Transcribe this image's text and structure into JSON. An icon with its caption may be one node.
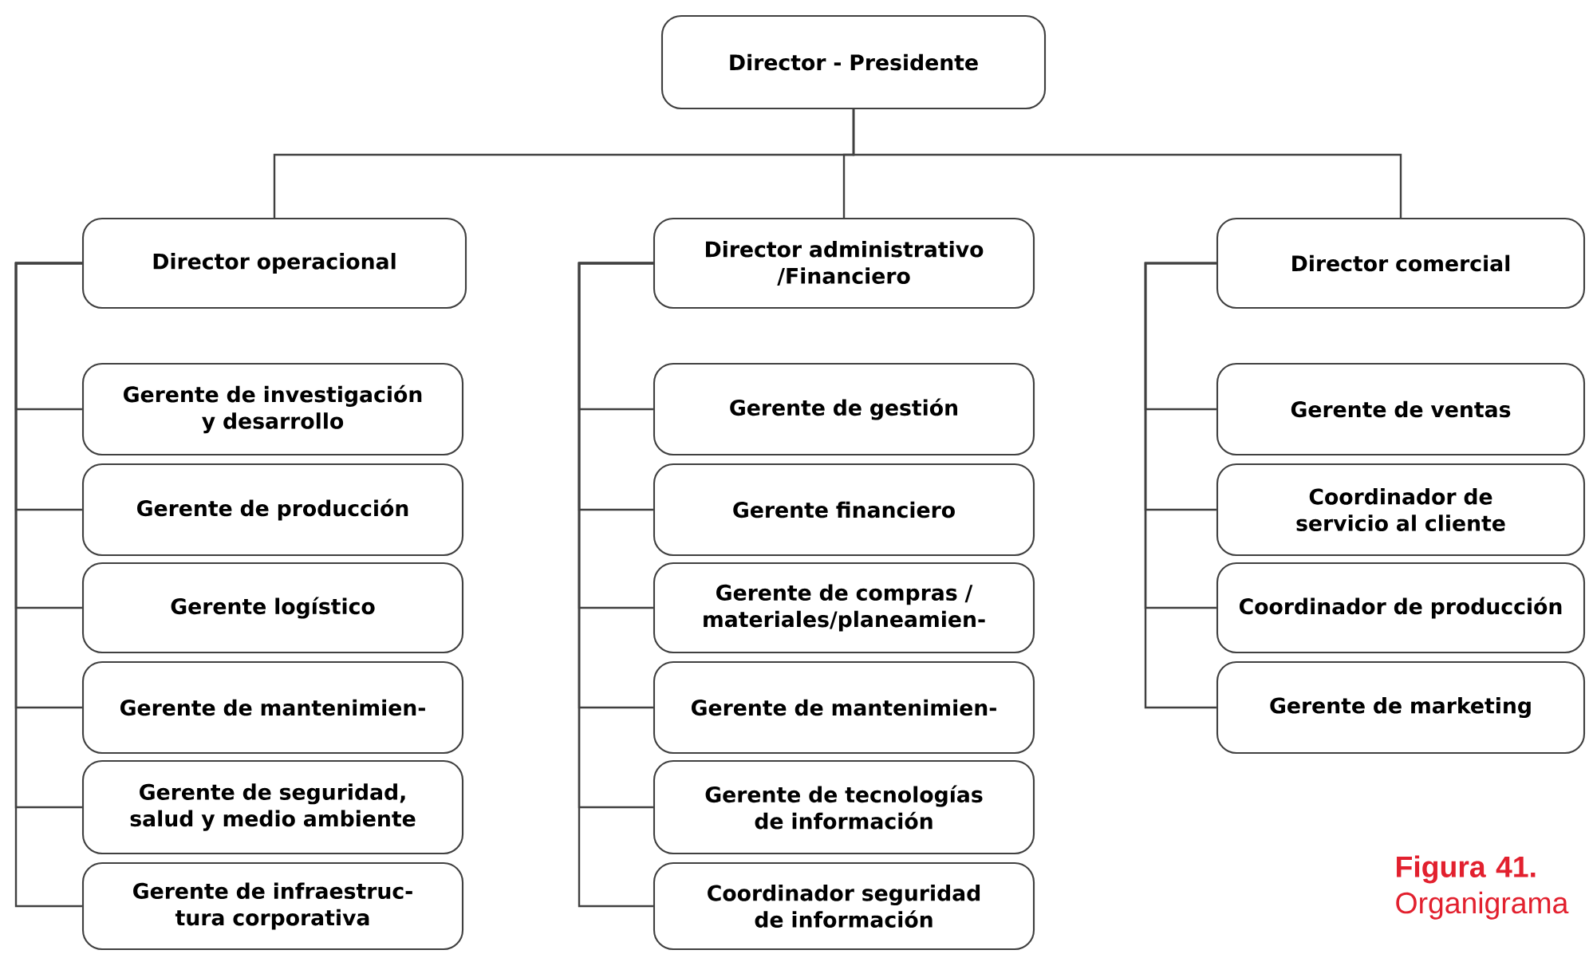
{
  "diagram": {
    "caption": "**Figura 41.** Organigrama",
    "nodes": [
      {
        "text": [
          "Director - Presidente"
        ]
      },
      {
        "text": [
          "Director operacional"
        ]
      },
      {
        "text": [
          "Director administrativo /Financiero"
        ]
      },
      {
        "text": [
          "Director comercial"
        ]
      },
      {
        "text": [
          "Gerente de investigación y desarrollo"
        ]
      },
      {
        "text": [
          "Gerente de producción"
        ]
      },
      {
        "text": [
          "Gerente logístico"
        ]
      },
      {
        "text": [
          "Gerente de mantenimien-"
        ]
      },
      {
        "text": [
          "Gerente de seguridad, salud y medio ambiente"
        ]
      },
      {
        "text": [
          "Gerente de infraestruc- tura corporativa"
        ]
      },
      {
        "text": [
          "Gerente de gestión"
        ]
      },
      {
        "text": [
          "Gerente financiero"
        ]
      },
      {
        "text": [
          "Gerente de compras / materiales/planeamien-"
        ]
      },
      {
        "text": [
          "Gerente de mantenimien-"
        ]
      },
      {
        "text": [
          "Gerente de tecnologías de información"
        ]
      },
      {
        "text": [
          "Coordinador seguridad de información"
        ]
      },
      {
        "text": [
          "Gerente de ventas"
        ]
      },
      {
        "text": [
          "Coordinador de servicio al cliente"
        ]
      },
      {
        "text": [
          "Coordinador de producción"
        ]
      },
      {
        "text": [
          "Gerente de marketing"
        ]
      }
    ],
    "edges": [
      {
        "from": 0,
        "to": 1,
        "arrow": "none"
      },
      {
        "from": 0,
        "to": 2,
        "arrow": "none"
      },
      {
        "from": 0,
        "to": 3,
        "arrow": "none"
      },
      {
        "from": 1,
        "to": 4,
        "arrow": "none"
      },
      {
        "from": 1,
        "to": 5,
        "arrow": "none"
      },
      {
        "from": 1,
        "to": 6,
        "arrow": "none"
      },
      {
        "from": 1,
        "to": 7,
        "arrow": "none"
      },
      {
        "from": 1,
        "to": 8,
        "arrow": "none"
      },
      {
        "from": 1,
        "to": 9,
        "arrow": "none"
      },
      {
        "from": 2,
        "to": 10,
        "arrow": "none"
      },
      {
        "from": 2,
        "to": 11,
        "arrow": "none"
      },
      {
        "from": 2,
        "to": 12,
        "arrow": "none"
      },
      {
        "from": 2,
        "to": 13,
        "arrow": "none"
      },
      {
        "from": 2,
        "to": 14,
        "arrow": "none"
      },
      {
        "from": 2,
        "to": 15,
        "arrow": "none"
      },
      {
        "from": 3,
        "to": 16,
        "arrow": "none"
      },
      {
        "from": 3,
        "to": 17,
        "arrow": "none"
      },
      {
        "from": 3,
        "to": 18,
        "arrow": "none"
      },
      {
        "from": 3,
        "to": 19,
        "arrow": "none"
      }
    ]
  }
}
